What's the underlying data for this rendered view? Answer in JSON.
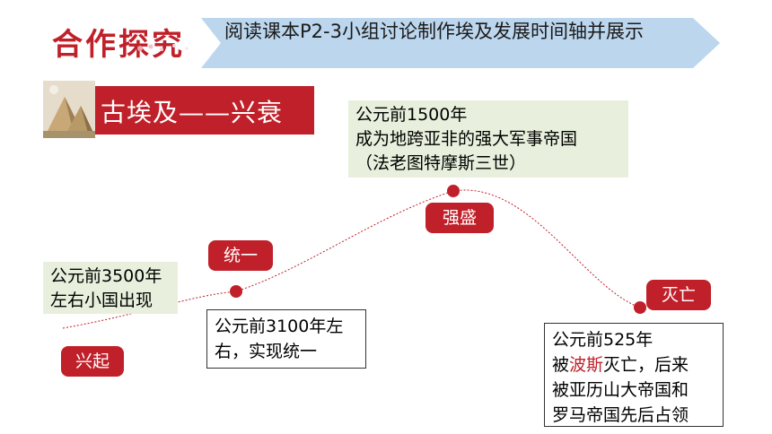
{
  "header": {
    "title": "合作探究",
    "banner_text": "阅读课本P2-3小组讨论制作埃及发展时间轴并展示"
  },
  "section": {
    "title": "古埃及——兴衰"
  },
  "notes": {
    "n1500": [
      "公元前1500年",
      "成为地跨亚非的强大军事帝国",
      "（法老图特摩斯三世）"
    ],
    "n3500": [
      "公元前3500年",
      "左右小国出现"
    ],
    "n3100": [
      "公元前3100年左",
      "右，实现统一"
    ],
    "n525": {
      "line1": "公元前525年",
      "line2_prefix": "被",
      "line2_highlight": "波斯",
      "line2_suffix": "灭亡，后来",
      "line3": "被亚历山大帝国和",
      "line4": "罗马帝国先后占领"
    }
  },
  "stages": {
    "xingqi": "兴起",
    "tongyi": "统一",
    "qiangsheng": "强盛",
    "miewang": "灭亡"
  },
  "colors": {
    "accent_red": "#c0202a",
    "banner_blue": "#bcd6ee",
    "note_green": "#e8f0dd"
  },
  "icons": {
    "section_icon": "pyramid-icon"
  }
}
